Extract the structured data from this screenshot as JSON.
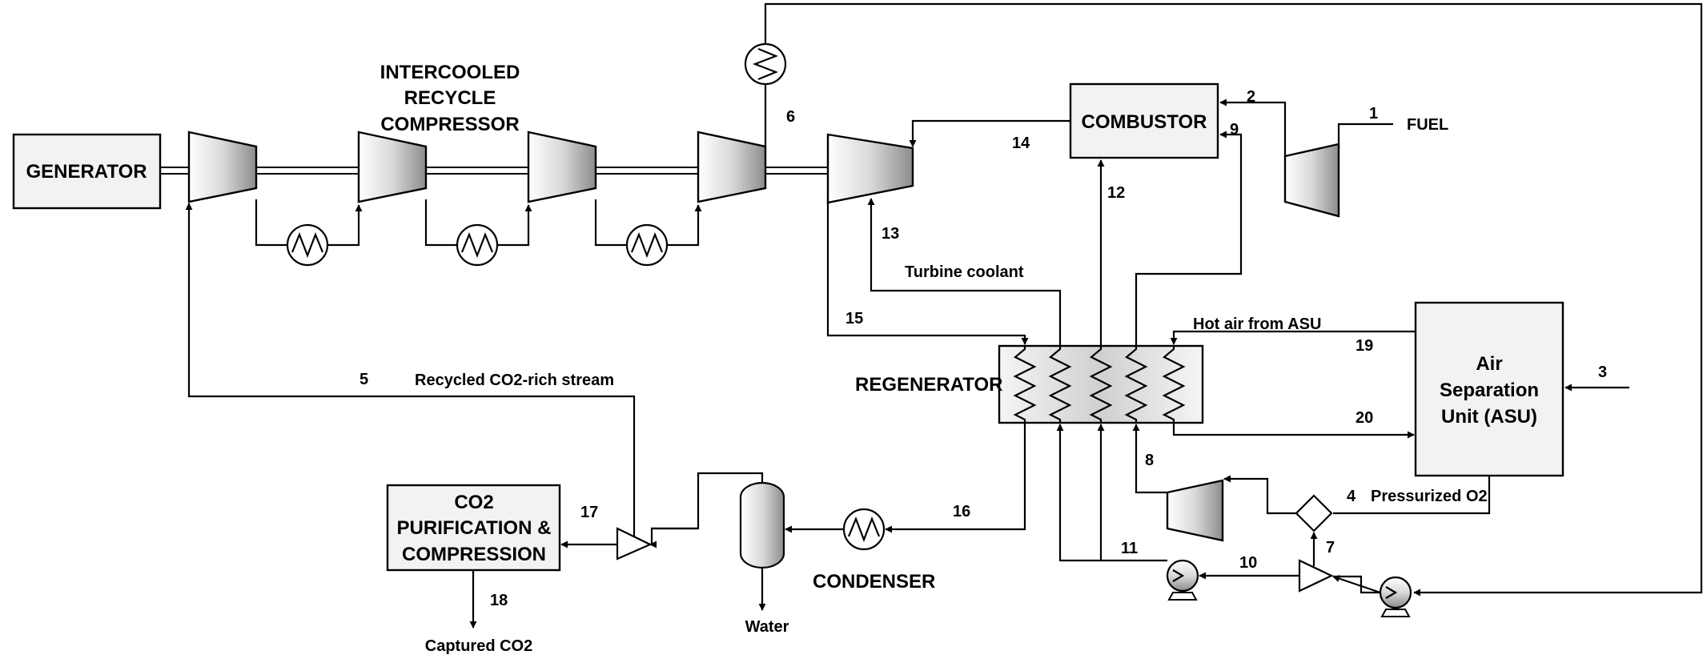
{
  "blocks": {
    "generator": "GENERATOR",
    "combustor": "COMBUSTOR",
    "compressor_title": [
      "INTERCOOLED",
      "RECYCLE",
      "COMPRESSOR"
    ],
    "regenerator": "REGENERATOR",
    "asu": [
      "Air",
      "Separation",
      "Unit (ASU)"
    ],
    "co2_purification": [
      "CO2",
      "PURIFICATION &",
      "COMPRESSION"
    ],
    "condenser": "CONDENSER"
  },
  "labels": {
    "fuel": "FUEL",
    "turbine_coolant": "Turbine coolant",
    "hot_air": "Hot air from ASU",
    "recycled": "Recycled CO2-rich stream",
    "pressurized_o2": "Pressurized O2",
    "water": "Water",
    "captured_co2": "Captured CO2"
  },
  "streams": {
    "s1": "1",
    "s2": "2",
    "s3": "3",
    "s4": "4",
    "s5": "5",
    "s6": "6",
    "s7": "7",
    "s8": "8",
    "s9": "9",
    "s10": "10",
    "s11": "11",
    "s12": "12",
    "s13": "13",
    "s14": "14",
    "s15": "15",
    "s16": "16",
    "s17": "17",
    "s18": "18",
    "s19": "19",
    "s20": "20"
  },
  "colors": {
    "line": "#000000",
    "block_fill": "#f2f2f2"
  }
}
